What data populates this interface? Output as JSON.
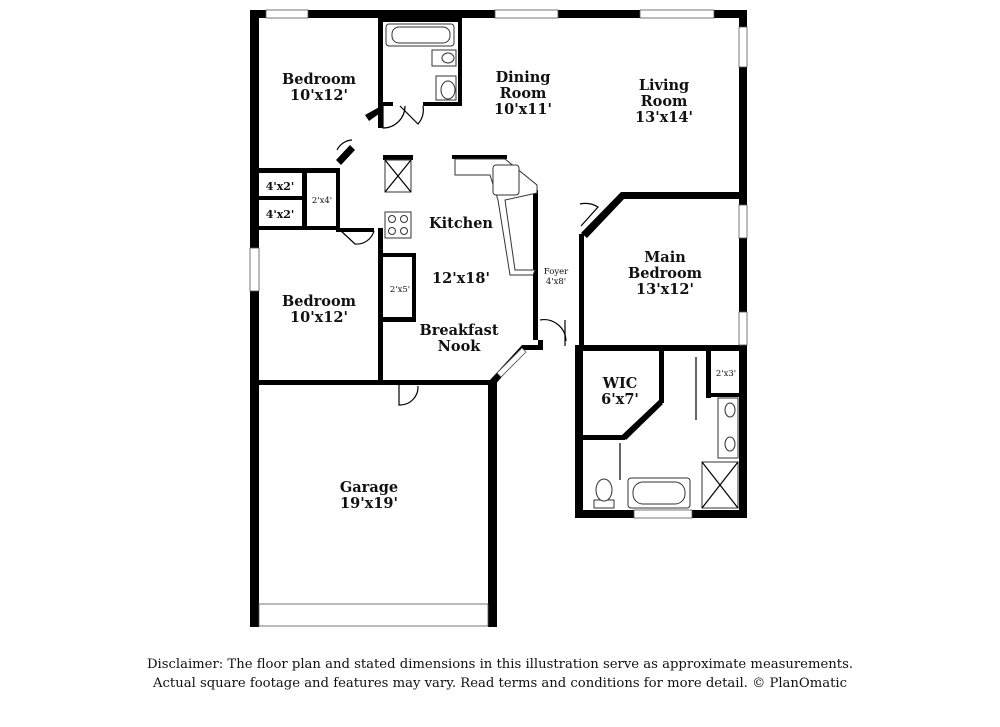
{
  "rooms": {
    "bedroom_1": {
      "name": "Bedroom",
      "dims": "10'x12'"
    },
    "dining": {
      "name_1": "Dining",
      "name_2": "Room",
      "dims": "10'x11'"
    },
    "living": {
      "name_1": "Living",
      "name_2": "Room",
      "dims": "13'x14'"
    },
    "closet_1": {
      "dims": "4'x2'"
    },
    "closet_2": {
      "dims": "4'x2'"
    },
    "closet_3": {
      "dims": "2'x4'"
    },
    "kitchen": {
      "name": "Kitchen",
      "dims": "12'x18'"
    },
    "pantry": {
      "dims": "2'x5'"
    },
    "foyer": {
      "name": "Foyer",
      "dims": "4'x8'"
    },
    "main_bedroom": {
      "name_1": "Main",
      "name_2": "Bedroom",
      "dims": "13'x12'"
    },
    "bedroom_2": {
      "name": "Bedroom",
      "dims": "10'x12'"
    },
    "breakfast": {
      "name_1": "Breakfast",
      "name_2": "Nook"
    },
    "wic": {
      "name": "WIC",
      "dims": "6'x7'"
    },
    "linen": {
      "dims": "2'x3'"
    },
    "garage": {
      "name": "Garage",
      "dims": "19'x19'"
    }
  },
  "disclaimer": {
    "line_1": "Disclaimer: The floor plan and stated dimensions in this illustration serve as approximate measurements.",
    "line_2": "Actual square footage and features may vary. Read terms and conditions for more detail. © PlanOmatic"
  }
}
